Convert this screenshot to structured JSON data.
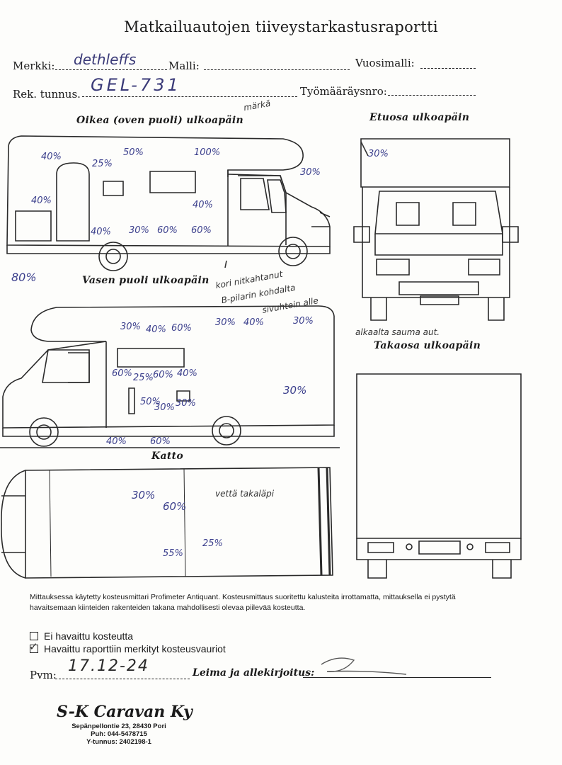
{
  "title": "Matkailuautojen tiiveystarkastusraportti",
  "fields": {
    "merkki_label": "Merkki:",
    "merkki_value": "dethleffs",
    "malli_label": "Malli:",
    "malli_value": "",
    "vuosimalli_label": "Vuosimalli:",
    "vuosimalli_value": "",
    "rek_label": "Rek. tunnus.",
    "rek_value": "GEL-731",
    "tyomaarays_label": "Työmääräysnro:",
    "tyomaarays_value": ""
  },
  "views": {
    "right": "Oikea (oven puoli) ulkoapäin",
    "front": "Etuosa ulkoapäin",
    "left": "Vasen puoli ulkoapäin",
    "rear": "Takaosa ulkoapäin",
    "roof": "Katto"
  },
  "readings": {
    "right": [
      "40%",
      "25%",
      "50%",
      "100%",
      "30%",
      "40%",
      "40%",
      "40%",
      "30%",
      "60%",
      "60%",
      "80%"
    ],
    "front": [
      "30%"
    ],
    "left": [
      "30%",
      "40%",
      "60%",
      "30%",
      "40%",
      "30%",
      "60%",
      "25%",
      "60%",
      "40%",
      "50%",
      "30%",
      "30%",
      "30%",
      "40%",
      "60%"
    ],
    "roof": [
      "30%",
      "60%",
      "55%",
      "25%"
    ]
  },
  "handwritten_notes": {
    "right_top": "märkä",
    "right_bottom_1": "kori nitkahtanut",
    "right_bottom_2": "B-pilarin kohdalta",
    "right_bottom_3": "sivuhtein alle",
    "front_bottom": "alkaalta sauma aut.",
    "roof_note": "vettä takaläpi"
  },
  "footer_text": "Mittauksessa käytetty kosteusmittari Profimeter Antiquant. Kosteusmittaus suoritettu kalusteita irrottamatta, mittauksella ei pystytä havaitsemaan kiinteiden rakenteiden takana mahdollisesti olevaa piilevää kosteutta.",
  "checks": [
    {
      "label": "Ei havaittu kosteutta",
      "checked": "false"
    },
    {
      "label": "Havaittu raporttiin merkityt kosteusvauriot",
      "checked": "true"
    }
  ],
  "pvm_label": "Pvm:",
  "pvm_value": "17.12-24",
  "leima_label": "Leima ja allekirjoitus:",
  "company": {
    "name": "S-K Caravan Ky",
    "address": "Sepänpellontie 23, 28430 Pori",
    "phone": "Puh: 044-5478715",
    "ytunnus": "Y-tunnus: 2402198-1"
  }
}
